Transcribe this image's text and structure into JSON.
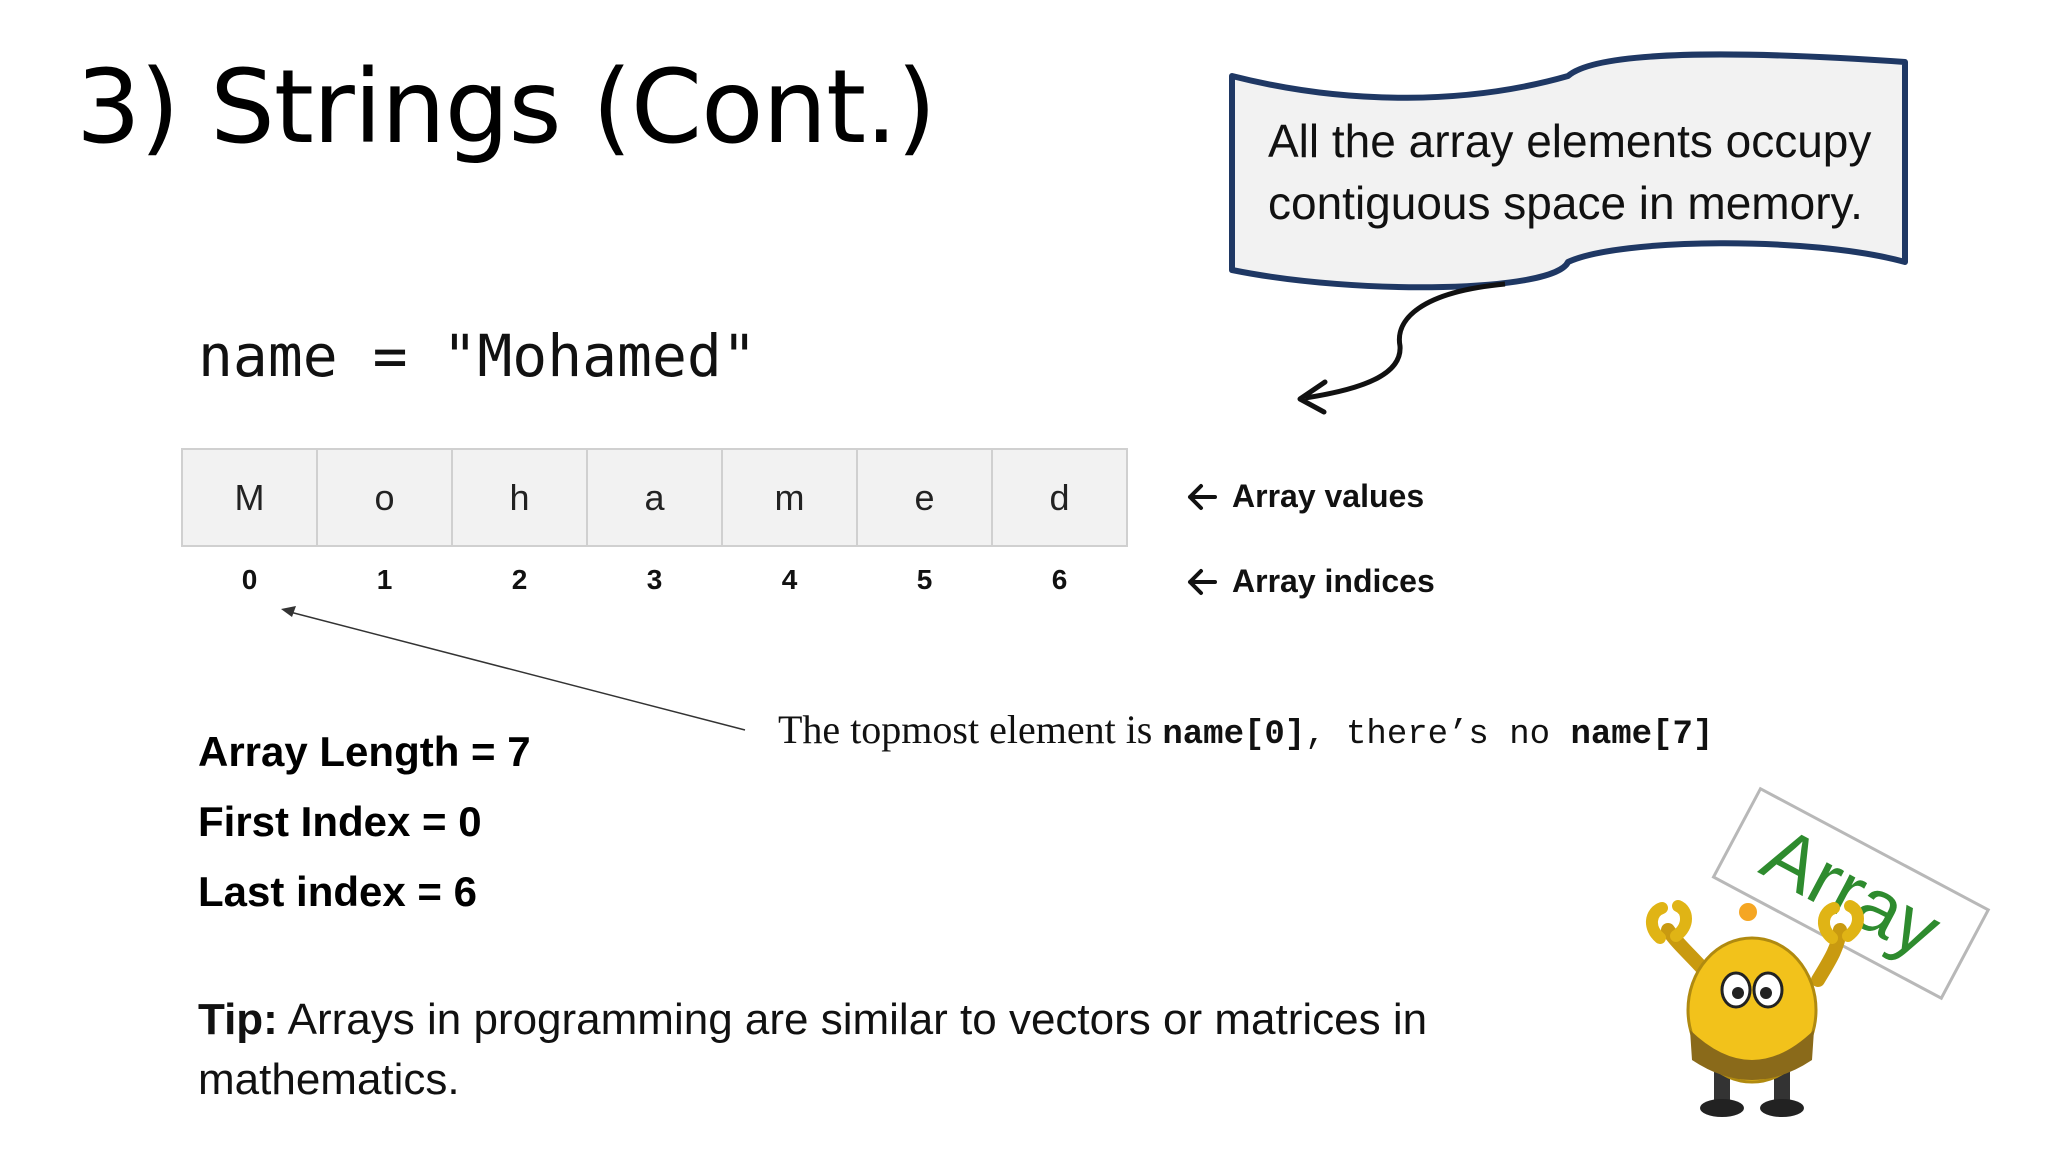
{
  "slide": {
    "title": "3) Strings (Cont.)",
    "callout": "All the array elements occupy contiguous space in memory.",
    "code": "name = \"Mohamed\"",
    "array": {
      "values": [
        "M",
        "o",
        "h",
        "a",
        "m",
        "e",
        "d"
      ],
      "indices": [
        "0",
        "1",
        "2",
        "3",
        "4",
        "5",
        "6"
      ],
      "values_label": "Array values",
      "indices_label": "Array indices"
    },
    "note": {
      "prefix": "The topmost element is ",
      "code1": "name[0]",
      "middle": ", there’s no ",
      "code2": "name[7]"
    },
    "stats": {
      "length": "Array Length = 7",
      "first": "First Index = 0",
      "last": "Last index = 6"
    },
    "tip": {
      "label": "Tip:",
      "text": " Arrays in programming are similar to vectors or matrices in mathematics."
    },
    "mascot_sign": "Array",
    "colors": {
      "callout_border": "#1f3864",
      "callout_fill": "#f2f2f2",
      "cell_fill": "#f2f2f2",
      "sign_text": "#2e8b2e",
      "mascot_body": "#f2c21b"
    },
    "icons": [
      "left-arrow-icon",
      "curved-arrow-icon",
      "mascot-icon"
    ]
  }
}
